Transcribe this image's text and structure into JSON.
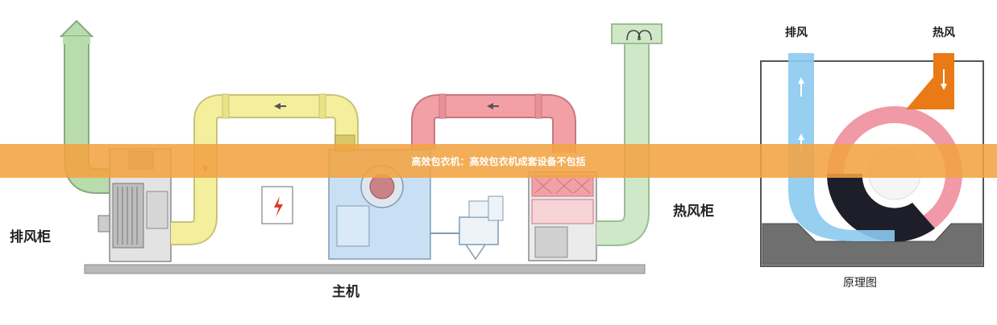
{
  "labels": {
    "exhaust_cabinet": "排风柜",
    "hot_air_cabinet": "热风柜",
    "main_machine": "主机",
    "principle_title": "原理图",
    "exhaust_air": "排风",
    "hot_air": "热风"
  },
  "caption": {
    "text": "高效包衣机：高效包衣机成套设备不包括"
  },
  "colors": {
    "exhaust_duct": "#b8dcab",
    "supply_duct": "#f3ef9c",
    "return_duct": "#f2a0a6",
    "hot_air_duct": "#cfe8c8",
    "machine_blue": "#c9e0f4",
    "principle_exhaust": "#8ccaf0",
    "principle_hot": "#ea7a16",
    "principle_drum": "#ef9aa6",
    "caption_banner": "#f3a342"
  },
  "icons": {
    "electric_box": "lightning-bolt-icon",
    "flow_arrow": "arrow-icon"
  }
}
